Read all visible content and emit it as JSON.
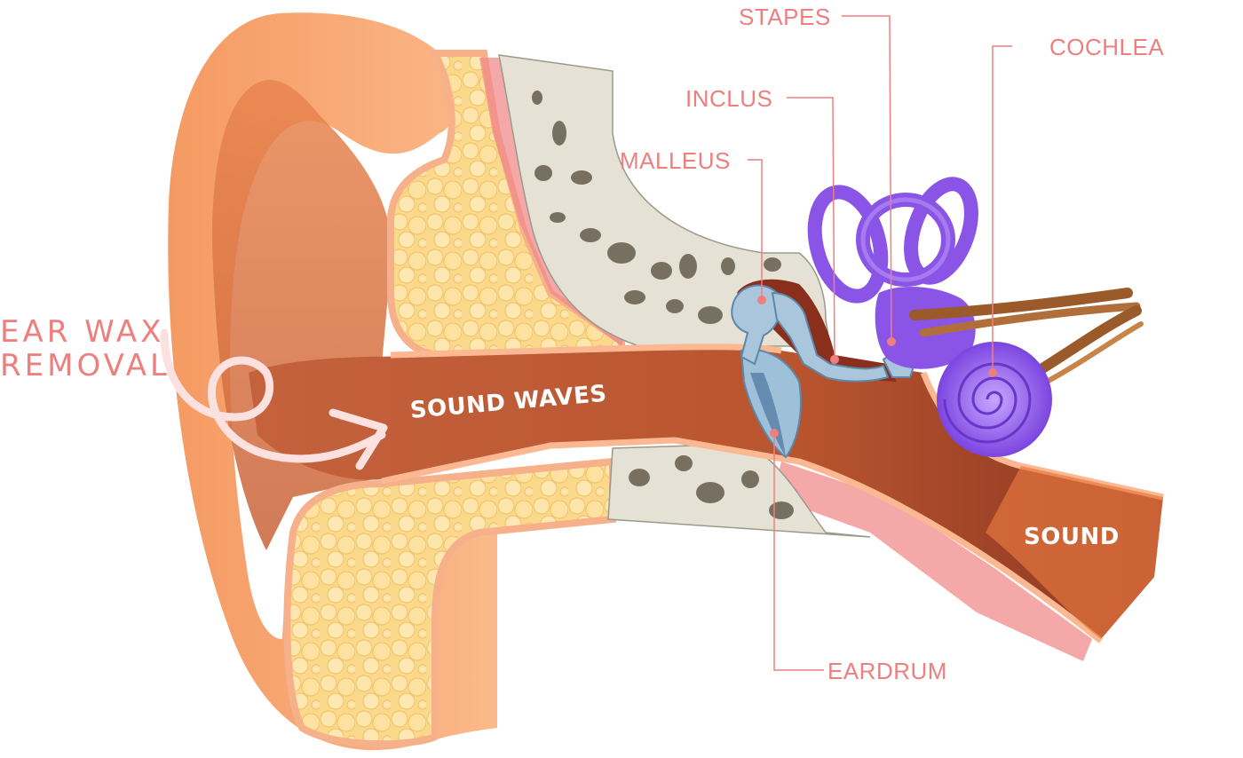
{
  "labels": {
    "stapes": "STAPES",
    "cochlea": "COCHLEA",
    "inclus": "INCLUS",
    "malleus": "MALLEUS",
    "eardrum": "EARDRUM",
    "sound_waves": "SOUND WAVES",
    "sound": "SOUND",
    "ear_wax_line1": "EAR WAX",
    "ear_wax_line2": "REMOVAL"
  },
  "colors": {
    "label": "#ee7f7f",
    "skin": "#f7a474",
    "canal": "#c06040",
    "fat": "#fbd98c",
    "bone": "#e5e2d5",
    "muscle": "#f28b8b",
    "ossicles": "#8fb3cf",
    "inner_ear": "#8a55e6",
    "nerve": "#9a5a2a",
    "arrow": "#fde0e0"
  }
}
